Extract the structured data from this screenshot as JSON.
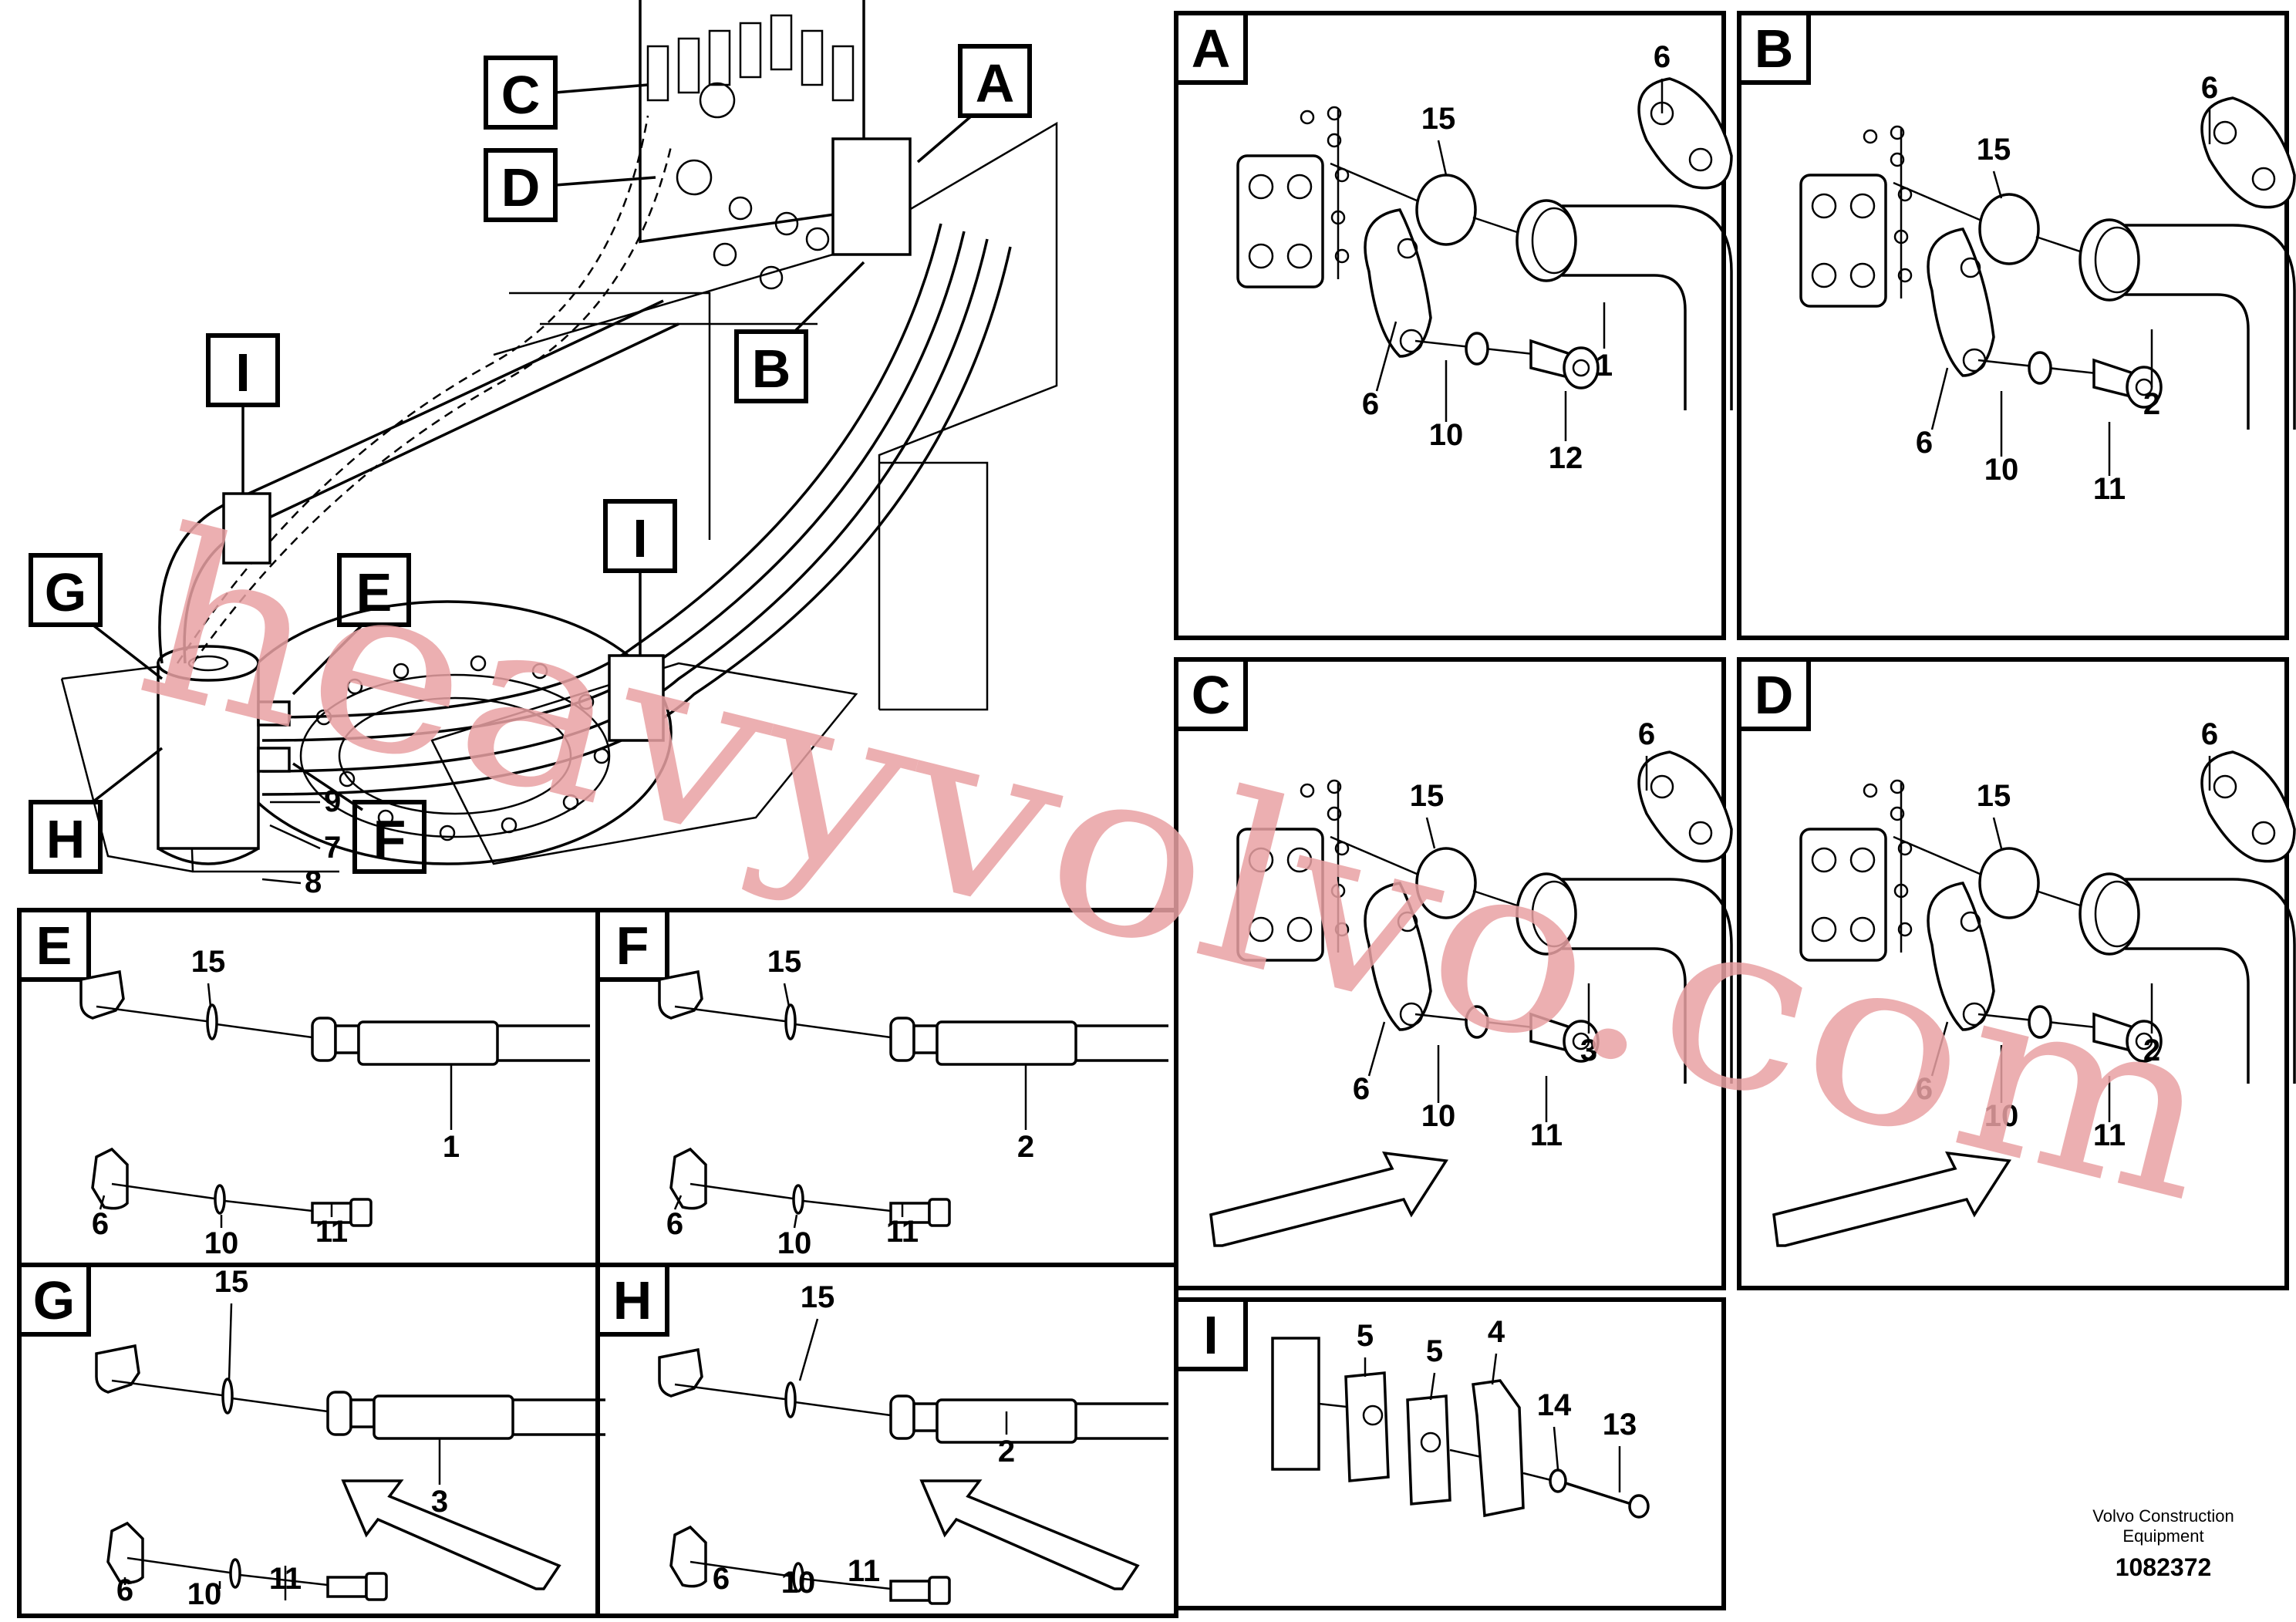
{
  "watermark": "heavyvolvo.com",
  "footer": {
    "company_line1": "Volvo Construction",
    "company_line2": "Equipment",
    "drawing_number": "1082372"
  },
  "overview": {
    "callouts": [
      "A",
      "B",
      "C",
      "D",
      "E",
      "F",
      "G",
      "H",
      "I",
      "I"
    ],
    "part_refs": [
      "9",
      "7",
      "8"
    ]
  },
  "panels": {
    "A": {
      "tag": "A",
      "labels": [
        "6",
        "15",
        "6",
        "10",
        "12",
        "1"
      ]
    },
    "B": {
      "tag": "B",
      "labels": [
        "6",
        "15",
        "6",
        "10",
        "11",
        "2"
      ]
    },
    "C": {
      "tag": "C",
      "labels": [
        "6",
        "15",
        "6",
        "10",
        "11",
        "3"
      ]
    },
    "D": {
      "tag": "D",
      "labels": [
        "6",
        "15",
        "6",
        "10",
        "11",
        "2"
      ]
    },
    "E": {
      "tag": "E",
      "labels": [
        "15",
        "1",
        "6",
        "10",
        "11"
      ]
    },
    "F": {
      "tag": "F",
      "labels": [
        "15",
        "2",
        "6",
        "10",
        "11"
      ]
    },
    "G": {
      "tag": "G",
      "labels": [
        "15",
        "3",
        "6",
        "10",
        "11"
      ]
    },
    "H": {
      "tag": "H",
      "labels": [
        "15",
        "2",
        "6",
        "10",
        "11"
      ]
    },
    "I": {
      "tag": "I",
      "labels": [
        "5",
        "5",
        "4",
        "14",
        "13"
      ]
    }
  }
}
